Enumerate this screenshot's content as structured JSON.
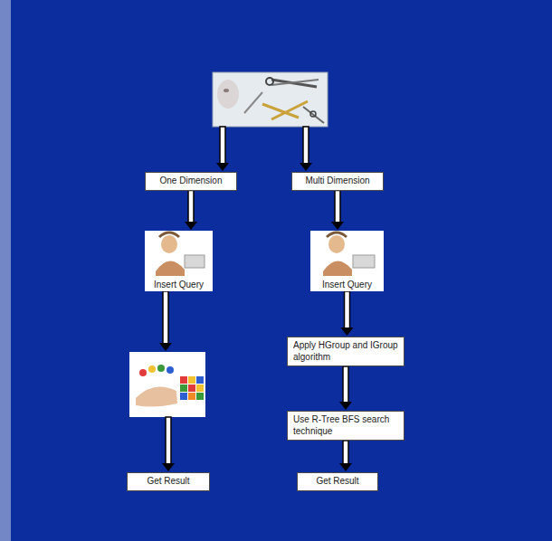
{
  "diagram": {
    "nodes": [
      {
        "text": [
          "One Dimension"
        ]
      },
      {
        "text": [
          "Multi Dimension"
        ]
      },
      {
        "text": [
          "Insert Query"
        ]
      },
      {
        "text": [
          "Insert Query"
        ]
      },
      {
        "text": [
          "Apply HGroup and IGroup algorithm"
        ]
      },
      {
        "text": [
          "Use R-Tree BFS search technique"
        ]
      },
      {
        "text": [
          "Get Result"
        ]
      },
      {
        "text": [
          "Get Result"
        ]
      }
    ],
    "edges": [
      {
        "from": 0,
        "to": 2,
        "arrow": "to"
      },
      {
        "from": 1,
        "to": 3,
        "arrow": "to"
      },
      {
        "from": 3,
        "to": 4,
        "arrow": "to"
      },
      {
        "from": 4,
        "to": 5,
        "arrow": "to"
      },
      {
        "from": 5,
        "to": 7,
        "arrow": "to"
      }
    ]
  }
}
